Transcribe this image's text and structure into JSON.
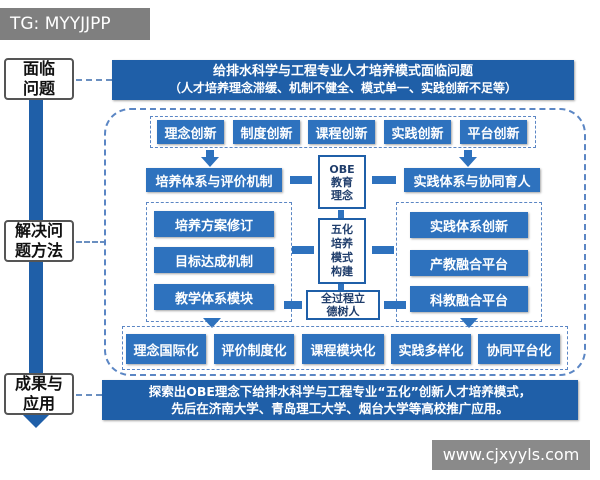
{
  "tag": "TG: MYYJJPP",
  "watermark": "www.cjxyyls.com",
  "side_labels": {
    "problems": "面临\n问题",
    "methods": "解决问\n题方法",
    "results": "成果与\n应用"
  },
  "problem": {
    "line1": "给排水科学与工程专业人才培养模式面临问题",
    "line2": "（人才培养理念滞缓、机制不健全、模式单一、实践创新不足等）"
  },
  "innovations": [
    "理念创新",
    "制度创新",
    "课程创新",
    "实践创新",
    "平台创新"
  ],
  "left_system": {
    "title": "培养体系与评价机制",
    "items": [
      "培养方案修订",
      "目标达成机制",
      "教学体系模块"
    ]
  },
  "right_system": {
    "title": "实践体系与协同育人",
    "items": [
      "实践体系创新",
      "产教融合平台",
      "科教融合平台"
    ]
  },
  "center": {
    "obe": "OBE\n教育\n理念",
    "five": "五化\n培养\n模式\n构建",
    "moral": "全过程立\n德树人"
  },
  "five_transformations": [
    "理念国际化",
    "评价制度化",
    "课程模块化",
    "实践多样化",
    "协同平台化"
  ],
  "result": {
    "line1": "探索出OBE理念下给排水科学与工程专业“五化”创新人才培养模式，",
    "line2": "先后在济南大学、青岛理工大学、烟台大学等高校推广应用。"
  }
}
